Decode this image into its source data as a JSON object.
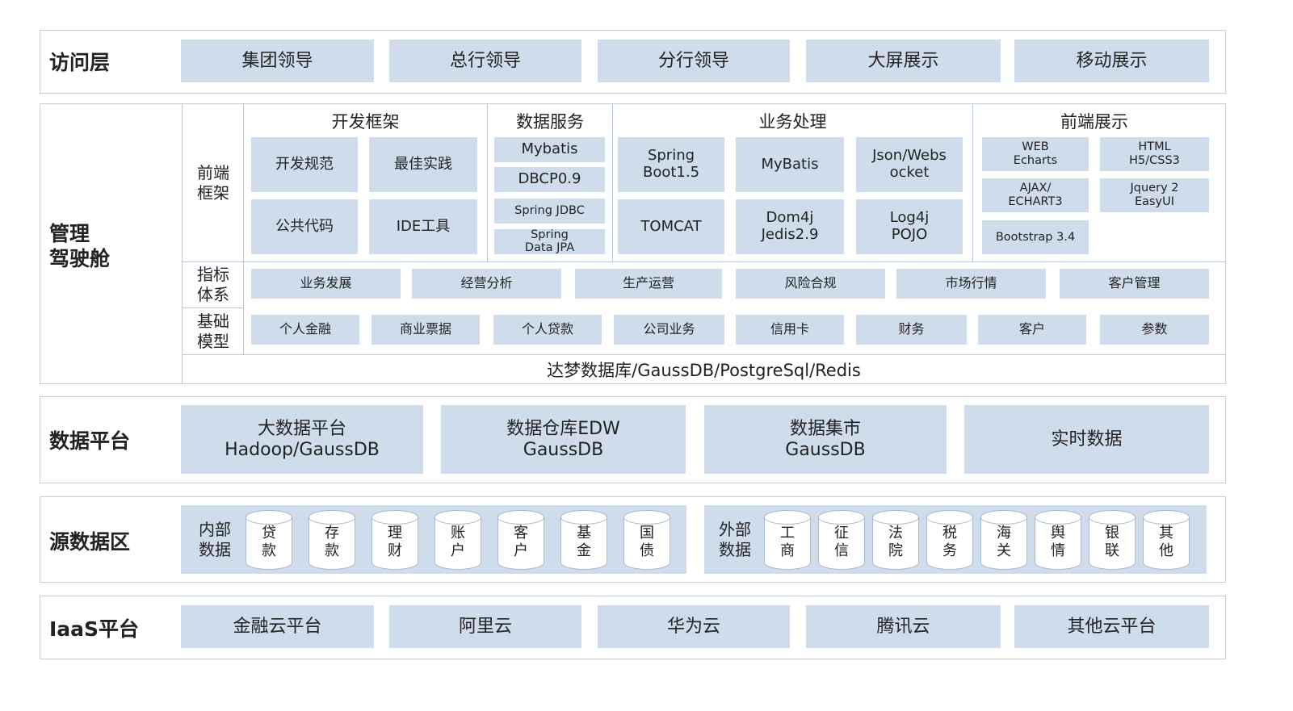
{
  "access": {
    "title": "访问层",
    "items": [
      "集团领导",
      "总行领导",
      "分行领导",
      "大屏展示",
      "移动展示"
    ]
  },
  "cockpit": {
    "title": "管理\n驾驶舱",
    "frontend_label": "前端\n框架",
    "dev": {
      "header": "开发框架",
      "items": [
        "开发规范",
        "最佳实践",
        "公共代码",
        "IDE工具"
      ]
    },
    "dataservice": {
      "header": "数据服务",
      "items": [
        "Mybatis",
        "DBCP0.9",
        "Spring JDBC",
        "Spring\nData JPA"
      ]
    },
    "business": {
      "header": "业务处理",
      "items": [
        "Spring\nBoot1.5",
        "MyBatis",
        "Json/Webs\nocket",
        "TOMCAT",
        "Dom4j\nJedis2.9",
        "Log4j\nPOJO"
      ]
    },
    "display": {
      "header": "前端展示",
      "items": [
        "WEB\nEcharts",
        "HTML\nH5/CSS3",
        "AJAX/\nECHART3",
        "Jquery 2\nEasyUI",
        "Bootstrap 3.4"
      ]
    },
    "indicator": {
      "label": "指标\n体系",
      "items": [
        "业务发展",
        "经营分析",
        "生产运营",
        "风险合规",
        "市场行情",
        "客户管理"
      ]
    },
    "basemodel": {
      "label": "基础\n模型",
      "items": [
        "个人金融",
        "商业票据",
        "个人贷款",
        "公司业务",
        "信用卡",
        "财务",
        "客户",
        "参数"
      ]
    },
    "database": "达梦数据库/GaussDB/PostgreSql/Redis"
  },
  "dataplatform": {
    "title": "数据平台",
    "items": [
      "大数据平台\nHadoop/GaussDB",
      "数据仓库EDW\nGaussDB",
      "数据集市\nGaussDB",
      "实时数据"
    ]
  },
  "source": {
    "title": "源数据区",
    "internal_label": "内部\n数据",
    "internal": [
      "贷\n款",
      "存\n款",
      "理\n财",
      "账\n户",
      "客\n户",
      "基\n金",
      "国\n债"
    ],
    "external_label": "外部\n数据",
    "external": [
      "工\n商",
      "征\n信",
      "法\n院",
      "税\n务",
      "海\n关",
      "舆\n情",
      "银\n联",
      "其\n他"
    ]
  },
  "iaas": {
    "title": "IaaS平台",
    "items": [
      "金融云平台",
      "阿里云",
      "华为云",
      "腾讯云",
      "其他云平台"
    ]
  }
}
